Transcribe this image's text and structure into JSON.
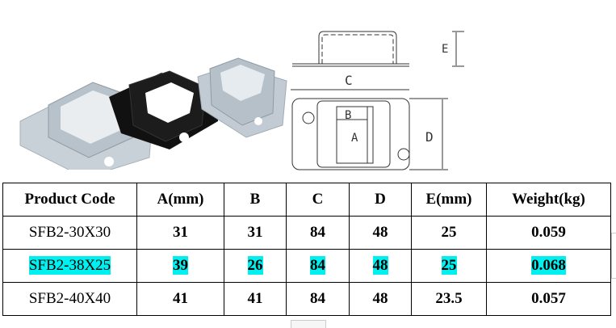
{
  "figure": {
    "photo_alt": "three square post floor flange brackets (two galvanized silver, one black)",
    "drawing_labels": {
      "C": "C",
      "D": "D",
      "E": "E",
      "A": "A",
      "B": "B"
    }
  },
  "table": {
    "headers": [
      "Product Code",
      "A(mm)",
      "B",
      "C",
      "D",
      "E(mm)",
      "Weight(kg)"
    ],
    "rows": [
      {
        "cells": [
          "SFB2-30X30",
          "31",
          "31",
          "84",
          "48",
          "25",
          "0.059"
        ],
        "highlighted": false
      },
      {
        "cells": [
          "SFB2-38X25",
          "39",
          "26",
          "84",
          "48",
          "25",
          "0.068"
        ],
        "highlighted": true
      },
      {
        "cells": [
          "SFB2-40X40",
          "41",
          "41",
          "84",
          "48",
          "23.5",
          "0.057"
        ],
        "highlighted": false
      }
    ],
    "highlight_color": "#00f0f0"
  }
}
